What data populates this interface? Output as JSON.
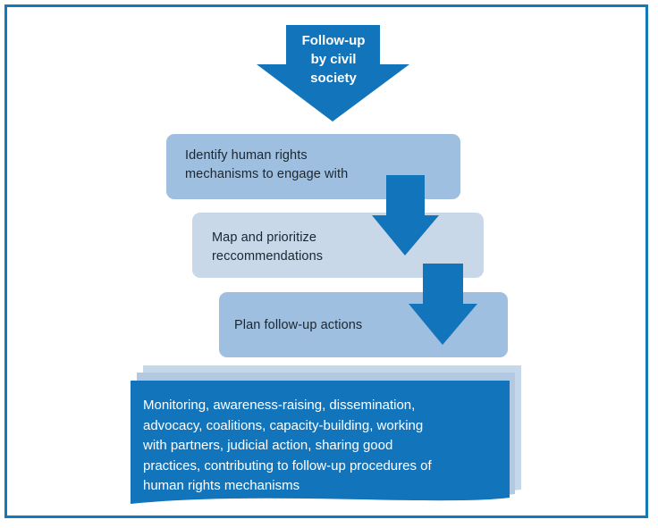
{
  "figure": {
    "type": "flowchart",
    "orientation": "top-to-bottom cascade",
    "title_arrow": {
      "label": "Follow-up\nby civil\nsociety",
      "shape": "down-arrow",
      "fill": "#1275BC",
      "text_color": "#ffffff"
    },
    "steps": [
      {
        "index": 1,
        "label": "Identify human rights\nmechanisms to engage with",
        "shape": "rounded-rectangle",
        "fill": "#9EBFDF",
        "text_color": "#1c2630"
      },
      {
        "index": 2,
        "label": "Map and prioritize\nreccommendations",
        "shape": "rounded-rectangle",
        "fill": "#C8D8E9",
        "text_color": "#1c2630"
      },
      {
        "index": 3,
        "label": "Plan follow-up actions",
        "shape": "rounded-rectangle",
        "fill": "#9EBFDF",
        "text_color": "#1c2630"
      }
    ],
    "connectors": [
      {
        "index": 1,
        "shape": "down-arrow",
        "fill": "#1275BC",
        "from_step": 1,
        "to_step": 2
      },
      {
        "index": 2,
        "shape": "down-arrow",
        "fill": "#1275BC",
        "from_step": 2,
        "to_step": 3
      }
    ],
    "outcome": {
      "label": "Monitoring,  awareness-raising, dissemination,\nadvocacy, coalitions,  capacity-building, working\nwith partners, judicial action, sharing good\npractices, contributing to follow-up procedures of\nhuman rights mechanisms",
      "shape": "stacked-documents",
      "layers": [
        "#C5D7EA",
        "#B3C9E2",
        "#1275BC"
      ],
      "text_color": "#ffffff"
    },
    "colors": {
      "frame_border": "#1578B8",
      "accent_blue": "#1275BC",
      "light_blue": "#9EBFDF",
      "pale_blue": "#C8D8E9",
      "background": "#ffffff"
    }
  }
}
